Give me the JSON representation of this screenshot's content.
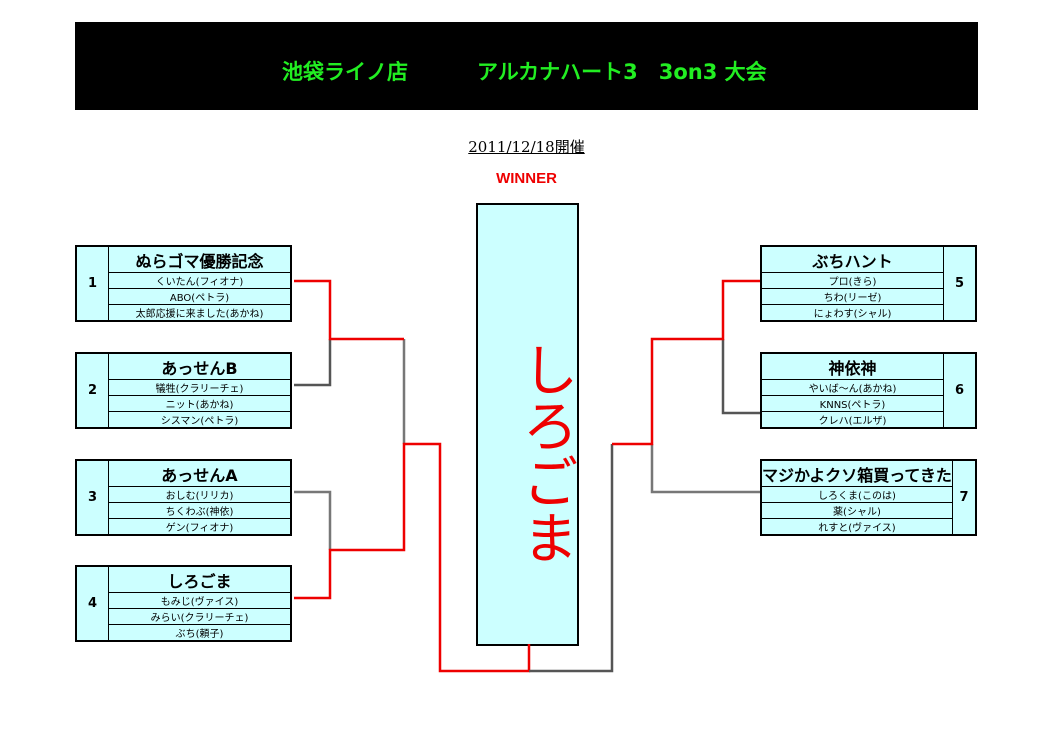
{
  "header": {
    "store": "池袋ライノ店",
    "event": "アルカナハート3　3on3 大会"
  },
  "date": "2011/12/18開催",
  "winner_label": "WINNER",
  "winner": "しろごま",
  "colors": {
    "header_bg": "#000000",
    "title": "#22ee22",
    "winner": "#ee0000",
    "box": "#ccffff"
  },
  "teams": [
    {
      "num": "1",
      "name": "ぬらゴマ優勝記念",
      "members": [
        "くいたん(フィオナ)",
        "ABO(ペトラ)",
        "太郎応援に来ました(あかね)"
      ]
    },
    {
      "num": "2",
      "name": "あっせんB",
      "members": [
        "犠牲(クラリーチェ)",
        "ニット(あかね)",
        "シスマン(ペトラ)"
      ]
    },
    {
      "num": "3",
      "name": "あっせんA",
      "members": [
        "おしむ(リリカ)",
        "ちくわぶ(神依)",
        "ゲン(フィオナ)"
      ]
    },
    {
      "num": "4",
      "name": "しろごま",
      "members": [
        "もみじ(ヴァイス)",
        "みらい(クラリーチェ)",
        "ぶち(頼子)"
      ]
    },
    {
      "num": "5",
      "name": "ぶちハント",
      "members": [
        "プロ(きら)",
        "ちわ(リーゼ)",
        "にょわす(シャル)"
      ]
    },
    {
      "num": "6",
      "name": "神依神",
      "members": [
        "やいば～ん(あかね)",
        "KNNS(ペトラ)",
        "クレハ(エルザ)"
      ]
    },
    {
      "num": "7",
      "name": "マジかよクソ箱買ってきた",
      "members": [
        "しろくま(このは)",
        "薬(シャル)",
        "れすと(ヴァイス)"
      ]
    }
  ]
}
